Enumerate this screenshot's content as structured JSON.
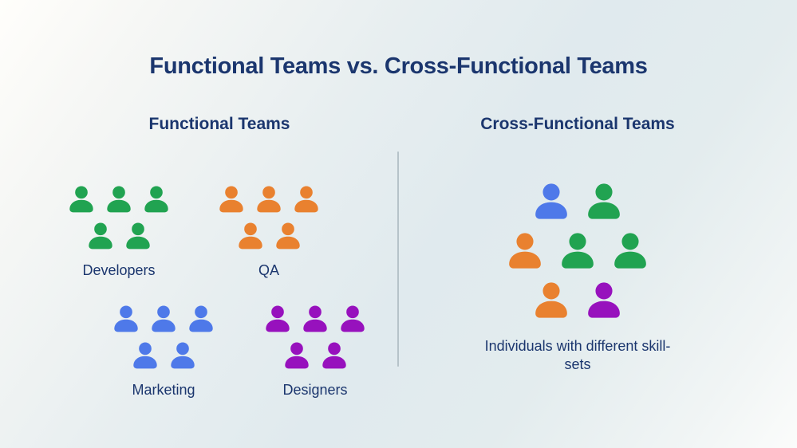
{
  "title": "Functional Teams vs. Cross-Functional Teams",
  "colors": {
    "navy": "#1B366E",
    "green": "#21A351",
    "orange": "#E9812F",
    "blue": "#4E79E9",
    "purple": "#9711BD",
    "divider": "#B6C3C9"
  },
  "functional_teams": {
    "header": "Functional Teams",
    "groups": [
      {
        "label": "Developers",
        "color": "green",
        "rows": [
          3,
          2
        ]
      },
      {
        "label": "QA",
        "color": "orange",
        "rows": [
          3,
          2
        ]
      },
      {
        "label": "Marketing",
        "color": "blue",
        "rows": [
          3,
          2
        ]
      },
      {
        "label": "Designers",
        "color": "purple",
        "rows": [
          3,
          2
        ]
      }
    ]
  },
  "cross_functional_teams": {
    "header": "Cross-Functional Teams",
    "caption": "Individuals with different skill-sets",
    "rows": [
      [
        "blue",
        "green"
      ],
      [
        "orange",
        "green",
        "green"
      ],
      [
        "orange",
        "purple"
      ]
    ]
  }
}
